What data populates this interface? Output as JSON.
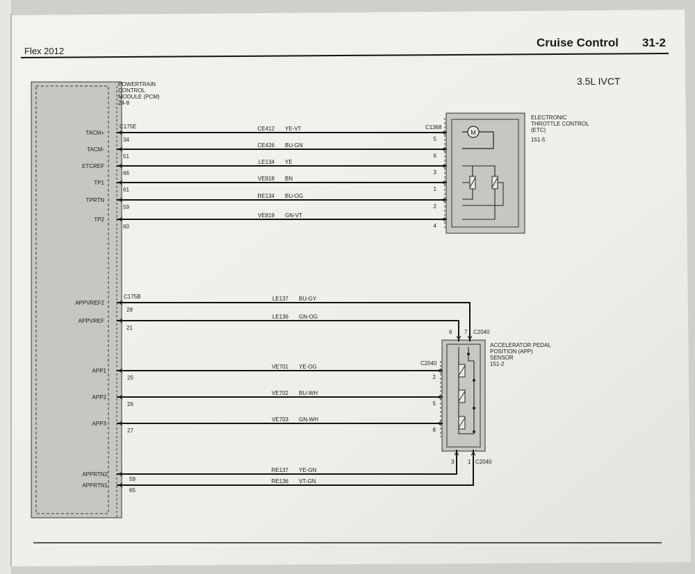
{
  "header": {
    "left": "Flex 2012",
    "section": "Cruise Control",
    "page": "31-2"
  },
  "engine_label": "3.5L IVCT",
  "pcm": {
    "name_lines": [
      "POWERTRAIN",
      "CONTROL",
      "MODULE (PCM)",
      "24-8"
    ],
    "conn_top": "C175E",
    "conn_bottom": "C175B"
  },
  "etc": {
    "name_lines": [
      "ELECTRONIC",
      "THROTTLE CONTROL",
      "(ETC)",
      "151-5"
    ],
    "connector": "C1368",
    "motor_symbol": "M"
  },
  "app": {
    "name_lines": [
      "ACCELERATOR PEDAL",
      "POSITION (APP)",
      "SENSOR",
      "151-2"
    ],
    "connector": "C2040"
  },
  "etc_circuits": [
    {
      "signal": "TACM+",
      "pin": "34",
      "circuit": "CE412",
      "color": "YE-VT",
      "etc_pin": "5"
    },
    {
      "signal": "TACM-",
      "pin": "51",
      "circuit": "CE426",
      "color": "BU-GN",
      "etc_pin": "6"
    },
    {
      "signal": "ETCREF",
      "pin": "66",
      "circuit": "LE134",
      "color": "YE",
      "etc_pin": "3"
    },
    {
      "signal": "TP1",
      "pin": "61",
      "circuit": "VE818",
      "color": "BN",
      "etc_pin": "1"
    },
    {
      "signal": "TPRTN",
      "pin": "59",
      "circuit": "RE134",
      "color": "BU-OG",
      "etc_pin": "2"
    },
    {
      "signal": "TP2",
      "pin": "60",
      "circuit": "VE819",
      "color": "GN-VT",
      "etc_pin": "4"
    }
  ],
  "app_top_circuits": [
    {
      "signal": "APPVREF2",
      "pin": "28",
      "circuit": "LE137",
      "color": "BU-GY",
      "app_pin": "7"
    },
    {
      "signal": "APPVREF",
      "pin": "21",
      "circuit": "LE136",
      "color": "GN-OG",
      "app_pin": "6"
    }
  ],
  "app_side_circuits": [
    {
      "signal": "APP1",
      "pin": "25",
      "circuit": "VE701",
      "color": "YE-OG",
      "app_pin": "2"
    },
    {
      "signal": "APP2",
      "pin": "26",
      "circuit": "VE702",
      "color": "BU-WH",
      "app_pin": "5"
    },
    {
      "signal": "APP3",
      "pin": "27",
      "circuit": "VE703",
      "color": "GN-WH",
      "app_pin": "8"
    }
  ],
  "app_bottom_circuits": [
    {
      "signal": "APPRTN2",
      "pin": "59",
      "circuit": "RE137",
      "color": "YE-GN",
      "app_pin": "3"
    },
    {
      "signal": "APPRTN1",
      "pin": "65",
      "circuit": "RE136",
      "color": "VT-GN",
      "app_pin": "1"
    }
  ]
}
